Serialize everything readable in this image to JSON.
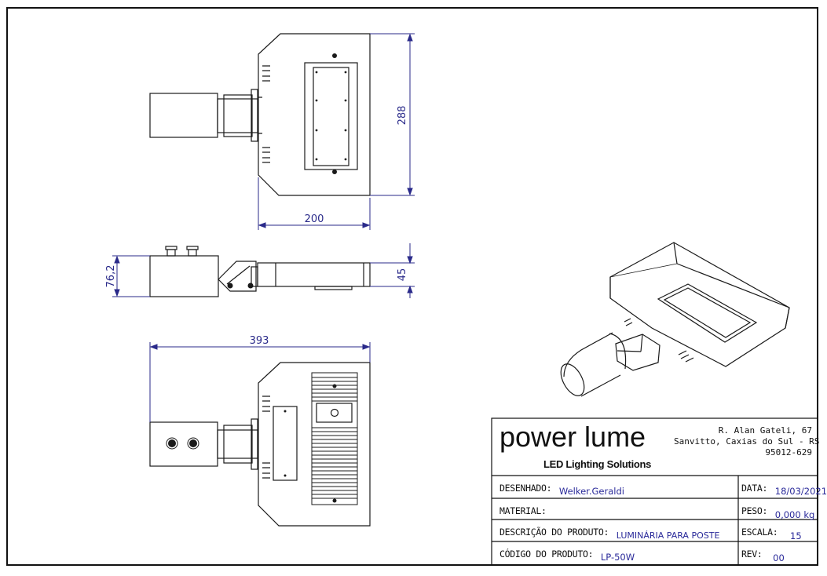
{
  "dimensions": {
    "top_height": "288",
    "top_width": "200",
    "side_height_left": "76,2",
    "side_height_right": "45",
    "bottom_length": "393"
  },
  "title_block": {
    "brand": "power lume",
    "tagline": "LED Lighting Solutions",
    "address_line1": "R. Alan Gateli, 67",
    "address_line2": "Sanvitto, Caxias do Sul - RS",
    "address_line3": "95012-629",
    "desenhado_label": "DESENHADO:",
    "desenhado_value": "Welker.Geraldi",
    "data_label": "DATA:",
    "data_value": "18/03/2021",
    "material_label": "MATERIAL:",
    "material_value": "",
    "peso_label": "PESO:",
    "peso_value": "0,000 kg",
    "descricao_label": "DESCRIÇÃO DO PRODUTO:",
    "descricao_value": "LUMINÁRIA PARA POSTE",
    "escala_label": "ESCALA:",
    "escala_value": "15",
    "codigo_label": "CÓDIGO DO PRODUTO:",
    "codigo_value": "LP-50W",
    "rev_label": "REV:",
    "rev_value": "00"
  },
  "colors": {
    "line": "#1a1a1a",
    "dimension": "#2a2a8a"
  }
}
